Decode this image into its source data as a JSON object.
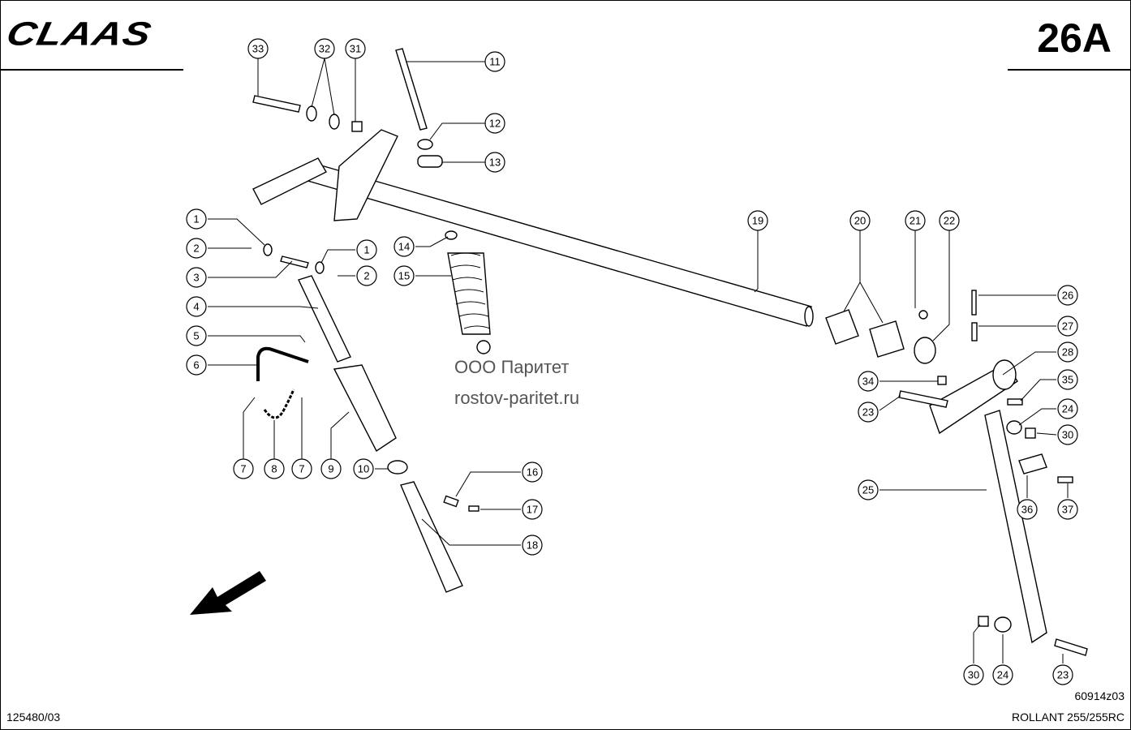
{
  "header": {
    "brand": "CLAAS",
    "page_number": "26A"
  },
  "footer": {
    "document_number": "125480/03",
    "drawing_id": "60914z03",
    "model": "ROLLANT 255/255RC"
  },
  "watermark": {
    "line1": "ООО Паритет",
    "line2": "rostov-paritet.ru"
  },
  "callouts": [
    "33",
    "32",
    "31",
    "11",
    "12",
    "13",
    "1",
    "2",
    "3",
    "14",
    "15",
    "1",
    "2",
    "4",
    "5",
    "6",
    "7",
    "8",
    "7",
    "9",
    "10",
    "16",
    "17",
    "18",
    "19",
    "20",
    "21",
    "22",
    "26",
    "27",
    "28",
    "34",
    "35",
    "23",
    "24",
    "30",
    "25",
    "36",
    "37",
    "30",
    "24",
    "23"
  ]
}
